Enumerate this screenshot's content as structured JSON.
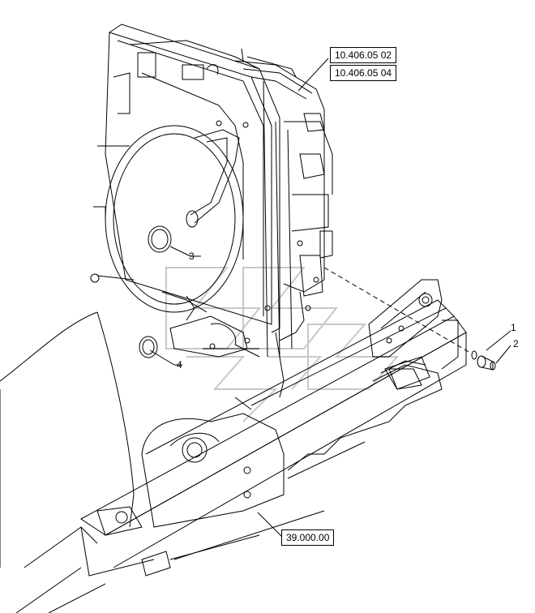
{
  "references": {
    "ref_top_1": "10.406.05 02",
    "ref_top_2": "10.406.05 04",
    "ref_bottom": "39.000.00"
  },
  "callouts": {
    "c1": "1",
    "c2": "2",
    "c3": "3",
    "c4": "4"
  },
  "colors": {
    "line": "#000000",
    "watermark": "#c8c8c8",
    "background": "#ffffff"
  }
}
